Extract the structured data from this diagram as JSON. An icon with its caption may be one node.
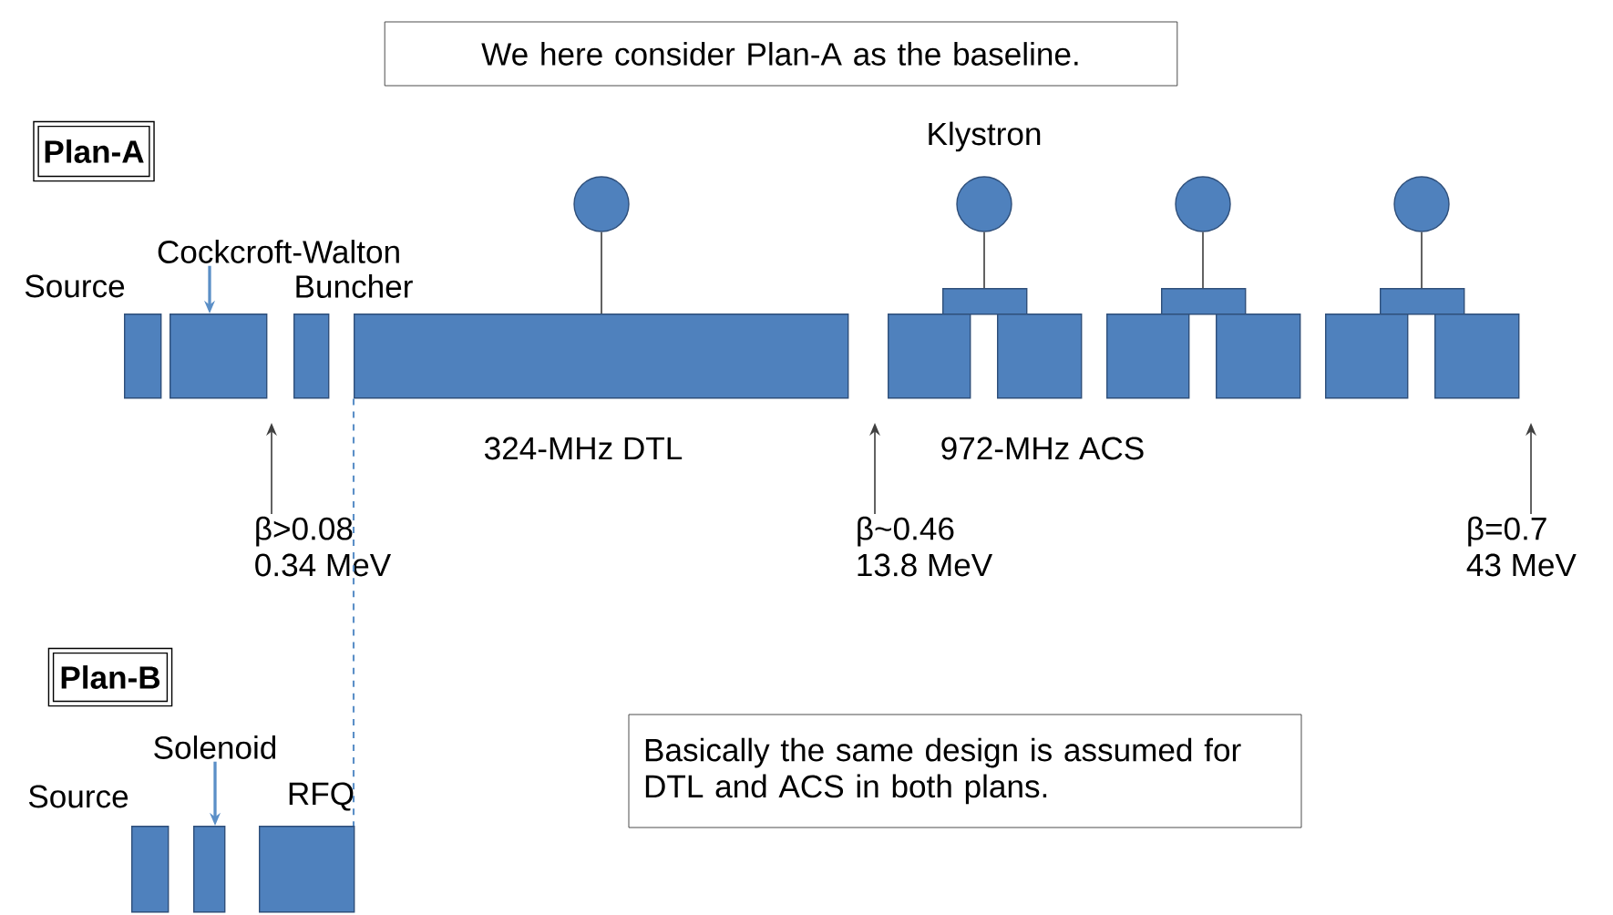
{
  "diagram": {
    "nodes": [
      {
        "text": [
          "We here consider Plan-A as the baseline."
        ]
      },
      {
        "text": [
          "Plan-A"
        ]
      },
      {
        "text": [
          "Source"
        ]
      },
      {
        "text": [
          "Cockcroft-Walton"
        ]
      },
      {
        "text": [],
        "shape": "box"
      },
      {
        "text": [
          "Buncher"
        ]
      },
      {
        "text": [],
        "shape": "circle"
      },
      {
        "text": [
          "324-MHz DTL"
        ]
      },
      {
        "text": [
          "Klystron"
        ]
      },
      {
        "text": [],
        "shape": "box"
      },
      {
        "text": [],
        "shape": "box"
      },
      {
        "text": [],
        "shape": "box"
      },
      {
        "text": [],
        "shape": "circle"
      },
      {
        "text": [],
        "shape": "box"
      },
      {
        "text": [],
        "shape": "box"
      },
      {
        "text": [],
        "shape": "box"
      },
      {
        "text": [],
        "shape": "circle"
      },
      {
        "text": [],
        "shape": "box"
      },
      {
        "text": [],
        "shape": "box"
      },
      {
        "text": [],
        "shape": "box"
      },
      {
        "text": [
          "β>0.08",
          "0.34 MeV"
        ]
      },
      {
        "text": [
          "β~0.46",
          "13.8 MeV"
        ]
      },
      {
        "text": [
          "β=0.7",
          "43 MeV"
        ]
      },
      {
        "text": [
          "Plan-B"
        ]
      },
      {
        "text": [
          "Solenoid"
        ]
      },
      {
        "text": [
          "Source"
        ]
      },
      {
        "text": [],
        "shape": "box"
      },
      {
        "text": [
          "RFQ"
        ]
      },
      {
        "text": [
          "Basically the same design is assumed for DTL and ACS in both plans."
        ]
      }
    ],
    "edges": [
      {
        "from": 3,
        "to": 4,
        "arrow": "to",
        "color": "#5b8fc7"
      },
      {
        "from": 6,
        "to": 7,
        "arrow": "none"
      },
      {
        "from": 8,
        "to": 9,
        "arrow": "none"
      },
      {
        "from": 12,
        "to": 13,
        "arrow": "none"
      },
      {
        "from": 16,
        "to": 17,
        "arrow": "none"
      },
      {
        "from": 20,
        "to": null,
        "arrow": "to"
      },
      {
        "from": 21,
        "to": null,
        "arrow": "to"
      },
      {
        "from": 22,
        "to": null,
        "arrow": "to"
      },
      {
        "from": 7,
        "to": 27,
        "arrow": "none",
        "style": "dashed",
        "color": "#5b8fc7"
      },
      {
        "from": 24,
        "to": 26,
        "arrow": "to",
        "color": "#5b8fc7"
      }
    ],
    "labels": [
      "972-MHz ACS"
    ]
  }
}
